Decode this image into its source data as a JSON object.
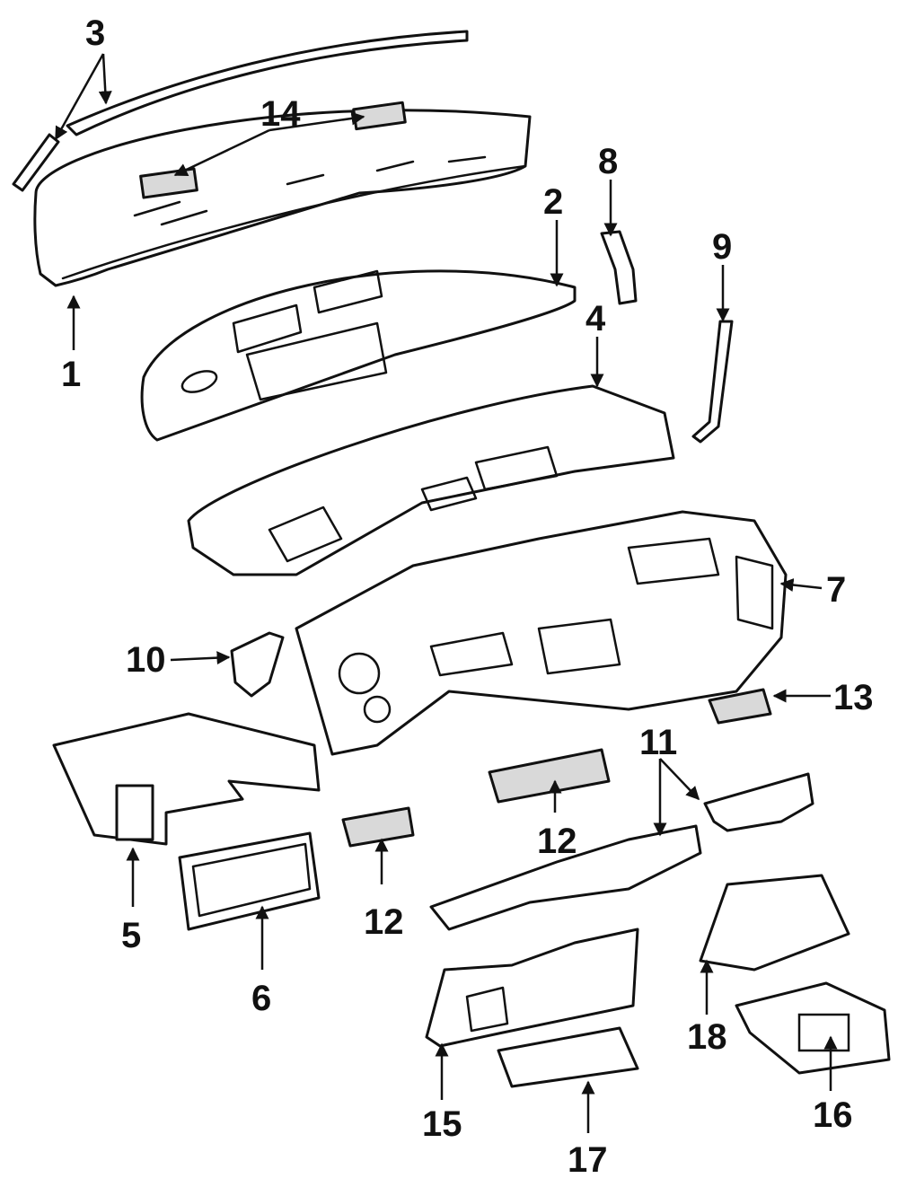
{
  "diagram": {
    "callouts": [
      {
        "id": "c1",
        "label": "1"
      },
      {
        "id": "c2",
        "label": "2"
      },
      {
        "id": "c3",
        "label": "3"
      },
      {
        "id": "c4",
        "label": "4"
      },
      {
        "id": "c5",
        "label": "5"
      },
      {
        "id": "c6",
        "label": "6"
      },
      {
        "id": "c7",
        "label": "7"
      },
      {
        "id": "c8",
        "label": "8"
      },
      {
        "id": "c9",
        "label": "9"
      },
      {
        "id": "c10",
        "label": "10"
      },
      {
        "id": "c11",
        "label": "11"
      },
      {
        "id": "c12a",
        "label": "12"
      },
      {
        "id": "c12b",
        "label": "12"
      },
      {
        "id": "c13",
        "label": "13"
      },
      {
        "id": "c14",
        "label": "14"
      },
      {
        "id": "c15",
        "label": "15"
      },
      {
        "id": "c16",
        "label": "16"
      },
      {
        "id": "c17",
        "label": "17"
      },
      {
        "id": "c18",
        "label": "18"
      }
    ]
  }
}
